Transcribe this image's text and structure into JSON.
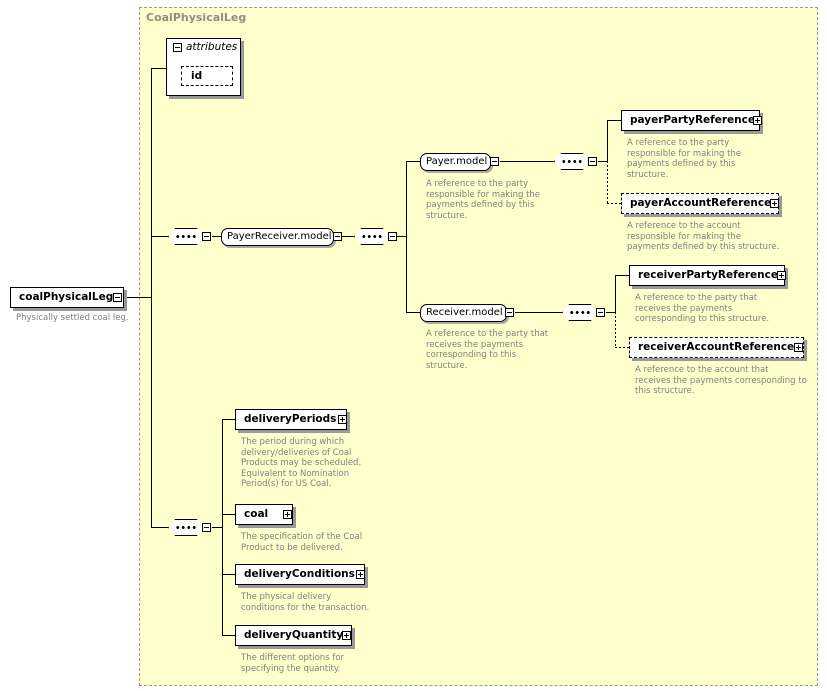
{
  "type_area": {
    "title": "CoalPhysicalLeg"
  },
  "root": {
    "name": "coalPhysicalLeg",
    "doc": "Physically settled coal leg."
  },
  "attributes": {
    "label": "attributes",
    "items": [
      "id"
    ]
  },
  "groups": {
    "payer_receiver": {
      "name": "PayerReceiver.model"
    },
    "payer": {
      "name": "Payer.model",
      "doc": "A reference to the party\nresponsible for making the\npayments defined by this\nstructure."
    },
    "receiver": {
      "name": "Receiver.model",
      "doc": "A reference to the party that\nreceives the payments\ncorresponding to this\nstructure."
    }
  },
  "elements": {
    "payerPartyReference": {
      "name": "payerPartyReference",
      "doc": "A reference to the party\nresponsible for making the\npayments defined by this\nstructure."
    },
    "payerAccountReference": {
      "name": "payerAccountReference",
      "doc": "A reference to the account\nresponsible for making the\npayments defined by this structure."
    },
    "receiverPartyReference": {
      "name": "receiverPartyReference",
      "doc": "A reference to the party that\nreceives the payments\ncorresponding to this structure."
    },
    "receiverAccountReference": {
      "name": "receiverAccountReference",
      "doc": "A reference to the account that\nreceives the payments corresponding to\nthis structure."
    },
    "deliveryPeriods": {
      "name": "deliveryPeriods",
      "doc": "The period during which\ndelivery/deliveries of Coal\nProducts may be scheduled.\nEquivalent to Nomination\nPeriod(s) for US Coal."
    },
    "coal": {
      "name": "coal",
      "doc": "The specification of the Coal\nProduct to be delivered."
    },
    "deliveryConditions": {
      "name": "deliveryConditions",
      "doc": "The physical delivery\nconditions for the transaction."
    },
    "deliveryQuantity": {
      "name": "deliveryQuantity",
      "doc": "The different options for\nspecifying the quantity."
    }
  },
  "icons": {
    "collapse": "minus-expander-icon",
    "expand": "plus-expander-icon",
    "sequence": "sequence-compositor-icon"
  },
  "colors": {
    "type_area_bg": "#ffffcc",
    "doc_text": "#808080",
    "title_text": "#909080"
  }
}
